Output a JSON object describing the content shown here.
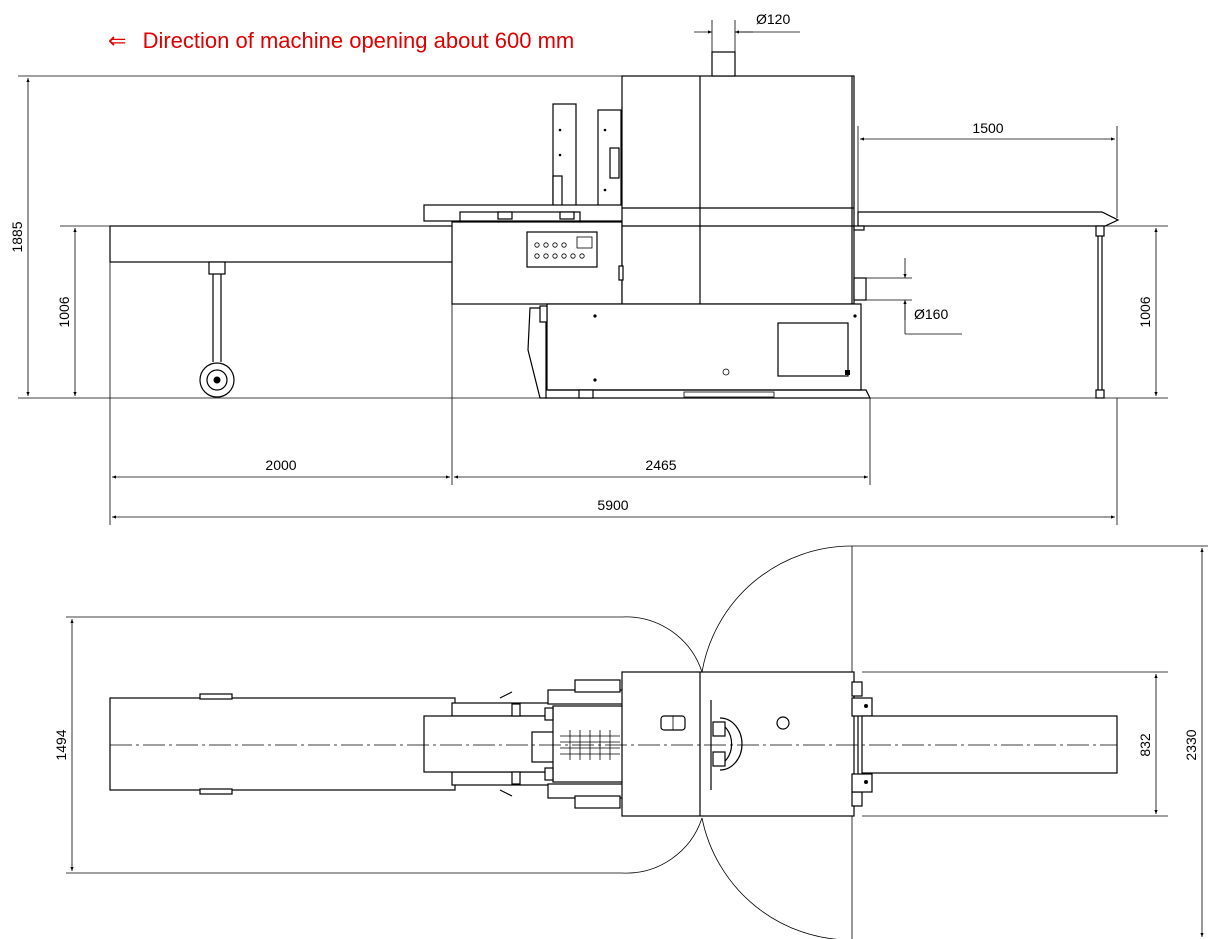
{
  "note": {
    "arrow": "⇐",
    "text": "Direction of machine opening about 600 mm",
    "color": "#e00000"
  },
  "dimensions": {
    "d_top_exhaust": "Ø120",
    "d_side_exhaust": "Ø160",
    "h_total": "1885",
    "h_table_left": "1006",
    "h_table_right": "1006",
    "len_outfeed": "1500",
    "len_infeed": "2000",
    "len_machine": "2465",
    "len_total": "5900",
    "w_opening": "1494",
    "w_table": "832",
    "w_total_swing": "2330"
  }
}
